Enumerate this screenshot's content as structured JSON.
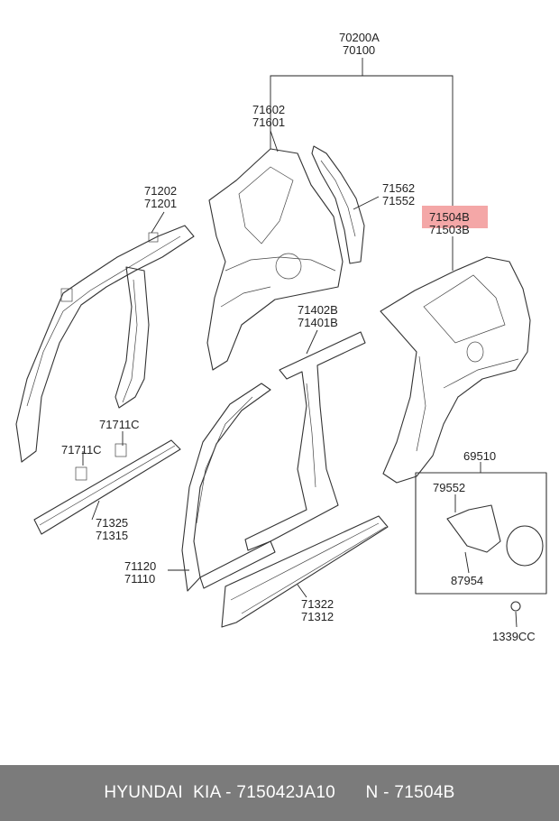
{
  "callouts": {
    "assembly_a": "70200A",
    "assembly_b": "70100",
    "c71602": "71602",
    "c71601": "71601",
    "c71562": "71562",
    "c71552": "71552",
    "c71202": "71202",
    "c71201": "71201",
    "c71504b": "71504B",
    "c71503b": "71503B",
    "c71402b": "71402B",
    "c71401b": "71401B",
    "c71711c_top": "71711C",
    "c71711c_left": "71711C",
    "c71325": "71325",
    "c71315": "71315",
    "c69510": "69510",
    "c79552": "79552",
    "c87954": "87954",
    "c1339cc": "1339CC",
    "c71120": "71120",
    "c71110": "71110",
    "c71322": "71322",
    "c71312": "71312"
  },
  "highlight_color": "#f08a8a",
  "footer": {
    "brand": "HYUNDAI  KIA - 715042JA10",
    "code": "N - 71504B"
  }
}
